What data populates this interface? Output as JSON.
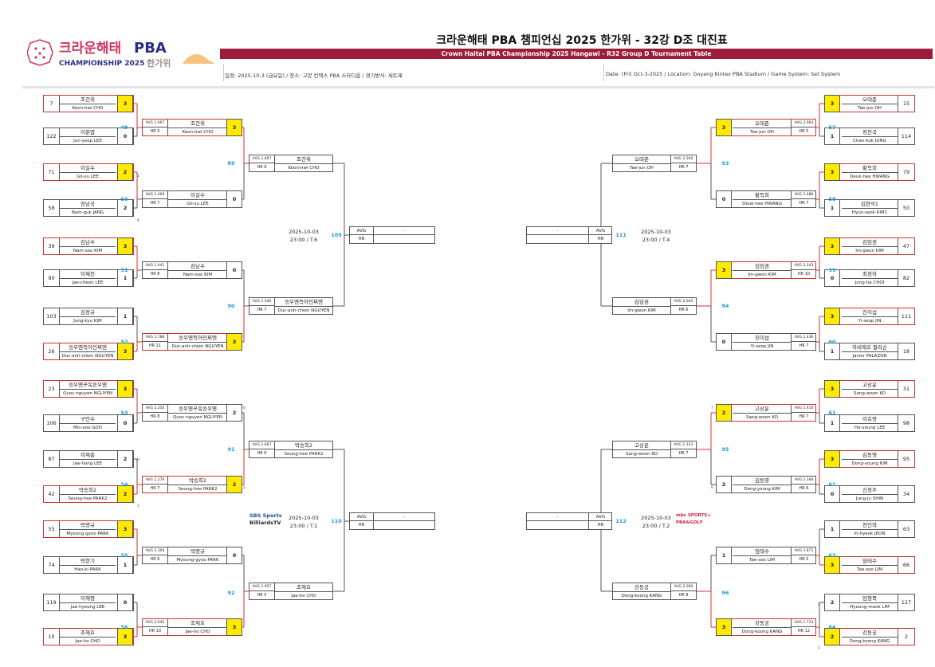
{
  "header": {
    "logo_ko": "크라운해태",
    "logo_pba": "PBA",
    "logo_en": "CHAMPIONSHIP 2025",
    "logo_ko2": "한가위",
    "title_ko": "크라운해태 PBA 챔피언십 2025 한가위 - 32강 D조 대진표",
    "title_en": "Crown Haitai PBA Championship 2025 Hangawi - R32 Group D Tournament Table",
    "info_ko": "일정: 2025-10-3 (금요일) / 장소: 고양 킨텍스 PBA 스타디움 / 경기방식: 세트제",
    "info_en": "Date: (Fri) Oct-3-2025 / Location: Goyang Kintex PBA Stadium / Game System: Set System"
  },
  "colors": {
    "accent": "#9b1d3a",
    "winner_fill": "#ffea00",
    "match_no": "#1c9bd7",
    "win_line": "#cc3333"
  },
  "left_r32": [
    {
      "seed": "7",
      "ko": "조건휘",
      "en": "Keon-hwi CHO",
      "score": "3",
      "win": true
    },
    {
      "seed": "122",
      "ko": "이준엽",
      "en": "Jun-yeop LEE",
      "score": "0",
      "win": false
    },
    {
      "seed": "71",
      "ko": "이길수",
      "en": "Gil-su LEE",
      "score": "2",
      "win": true
    },
    {
      "seed": "58",
      "ko": "장남국",
      "en": "Nam-guk JANG",
      "score": "2",
      "win": false
    },
    {
      "seed": "39",
      "ko": "김남수",
      "en": "Nam-soo KIM",
      "score": "3",
      "win": true
    },
    {
      "seed": "90",
      "ko": "이재천",
      "en": "Jae-cheon LEE",
      "score": "1",
      "win": false
    },
    {
      "seed": "103",
      "ko": "김정규",
      "en": "Jung-kyu KIM",
      "score": "1",
      "win": false
    },
    {
      "seed": "26",
      "ko": "응우옌득아인찌엔",
      "en": "Duc-anh-chien NGUYEN",
      "score": "3",
      "win": true
    },
    {
      "seed": "23",
      "ko": "응우옌꾸옥응우옌",
      "en": "Quoc-nguyen NGUYEN",
      "score": "3",
      "win": true
    },
    {
      "seed": "106",
      "ko": "구민수",
      "en": "Min-soo GOO",
      "score": "0",
      "win": false
    },
    {
      "seed": "87",
      "ko": "이재홍",
      "en": "Jae-hong LEE",
      "score": "2",
      "win": false
    },
    {
      "seed": "42",
      "ko": "박승희2",
      "en": "Seung-hee PARK2",
      "score": "2",
      "win": true
    },
    {
      "seed": "55",
      "ko": "박명규",
      "en": "Myoung-gyoo PARK",
      "score": "3",
      "win": true
    },
    {
      "seed": "74",
      "ko": "박한기",
      "en": "Han-ki PARK",
      "score": "1",
      "win": false
    },
    {
      "seed": "119",
      "ko": "이재형",
      "en": "Jae-hyeong LEE",
      "score": "0",
      "win": false
    },
    {
      "seed": "10",
      "ko": "조재호",
      "en": "Jae-ho CHO",
      "score": "3",
      "win": true
    }
  ],
  "right_r32": [
    {
      "seed": "15",
      "ko": "오태준",
      "en": "Tae-jun OH",
      "score": "3",
      "win": true
    },
    {
      "seed": "114",
      "ko": "정찬국",
      "en": "Chan-kuk JUNG",
      "score": "1",
      "win": false
    },
    {
      "seed": "79",
      "ko": "황득희",
      "en": "Deuk-hee HWANG",
      "score": "3",
      "win": true
    },
    {
      "seed": "50",
      "ko": "김현석1",
      "en": "Hyun-seok KIM1",
      "score": "1",
      "win": false
    },
    {
      "seed": "47",
      "ko": "김임권",
      "en": "Im-gwon KIM",
      "score": "3",
      "win": true
    },
    {
      "seed": "82",
      "ko": "최정하",
      "en": "Jung-ha CHOI",
      "score": "0",
      "win": false
    },
    {
      "seed": "111",
      "ko": "진이섭",
      "en": "Yi-seop JIN",
      "score": "3",
      "win": true
    },
    {
      "seed": "18",
      "ko": "하비에르 팔라손",
      "en": "Javier PALAZON",
      "score": "1",
      "win": false
    },
    {
      "seed": "31",
      "ko": "고상운",
      "en": "Sang-woon KO",
      "score": "3",
      "win": true
    },
    {
      "seed": "98",
      "ko": "이호영",
      "en": "Ho-young LEE",
      "score": "1",
      "win": false
    },
    {
      "seed": "95",
      "ko": "김동영",
      "en": "Dong-young KIM",
      "score": "3",
      "win": true
    },
    {
      "seed": "34",
      "ko": "신정주",
      "en": "Jung-ju SHIN",
      "score": "0",
      "win": false
    },
    {
      "seed": "63",
      "ko": "전인혁",
      "en": "In-hyeok JEON",
      "score": "1",
      "win": false
    },
    {
      "seed": "66",
      "ko": "임태수",
      "en": "Tae-soo LIM",
      "score": "3",
      "win": true
    },
    {
      "seed": "127",
      "ko": "임형묵",
      "en": "Hyoung-mook LIM",
      "score": "2",
      "win": false
    },
    {
      "seed": "2",
      "ko": "강동궁",
      "en": "Dong-koong KANG",
      "score": "2",
      "win": true
    }
  ],
  "left_r32_nums": [
    "49",
    "50",
    "51",
    "52",
    "53",
    "54",
    "55",
    "56"
  ],
  "right_r32_nums": [
    "57",
    "58",
    "59",
    "60",
    "61",
    "62",
    "63",
    "64"
  ],
  "left_r16": [
    {
      "avg": "AVG 1.667",
      "hr": "HR 5",
      "ko": "조건휘",
      "en": "Keon-hwi CHO",
      "score": "3",
      "win": true
    },
    {
      "avg": "AVG 1.469",
      "hr": "HR 7",
      "ko": "이길수",
      "en": "Gil-su LEE",
      "score": "0",
      "win": false
    },
    {
      "avg": "AVG 1.441",
      "hr": "HR 8",
      "ko": "김남수",
      "en": "Nam-soo KIM",
      "score": "0",
      "win": false
    },
    {
      "avg": "AVG 1.788",
      "hr": "HR 11",
      "ko": "응우옌득아인찌엔",
      "en": "Duc-anh-chien NGUYEN",
      "score": "3",
      "win": true
    },
    {
      "avg": "AVG 2.250",
      "hr": "HR 8",
      "ko": "응우옌꾸옥응우옌",
      "en": "Quoc-nguyen NGUYEN",
      "score": "2",
      "win": false
    },
    {
      "avg": "AVG 1.270",
      "hr": "HR 7",
      "ko": "박승희2",
      "en": "Seung-hee PARK2",
      "score": "2",
      "win": true
    },
    {
      "avg": "AVG 1.300",
      "hr": "HR 6",
      "ko": "박명규",
      "en": "Myoung-gyoo PARK",
      "score": "0",
      "win": false
    },
    {
      "avg": "AVG 2.045",
      "hr": "HR 10",
      "ko": "조재호",
      "en": "Jae-ho CHO",
      "score": "3",
      "win": true
    }
  ],
  "right_r16": [
    {
      "avg": "AVG 2.083",
      "hr": "HR 5",
      "ko": "오태준",
      "en": "Tae-jun OH",
      "score": "3",
      "win": true
    },
    {
      "avg": "AVG 1.486",
      "hr": "HR 7",
      "ko": "황득희",
      "en": "Deuk-hee HWANG",
      "score": "0",
      "win": false
    },
    {
      "avg": "AVG 2.143",
      "hr": "HR 10",
      "ko": "김임권",
      "en": "Im-gwon KIM",
      "score": "3",
      "win": true
    },
    {
      "avg": "AVG 1.436",
      "hr": "HR 7",
      "ko": "진이섭",
      "en": "Yi-seop JIN",
      "score": "0",
      "win": false
    },
    {
      "avg": "AVG 1.410",
      "hr": "HR 7",
      "ko": "고상운",
      "en": "Sang-woon KO",
      "score": "2",
      "win": true
    },
    {
      "avg": "AVG 1.184",
      "hr": "HR 6",
      "ko": "김동영",
      "en": "Dong-young KIM",
      "score": "2",
      "win": false
    },
    {
      "avg": "AVG 1.871",
      "hr": "HR 5",
      "ko": "임태수",
      "en": "Tae-soo LIM",
      "score": "1",
      "win": false
    },
    {
      "avg": "AVG 1.733",
      "hr": "HR 12",
      "ko": "강동궁",
      "en": "Dong-koong KANG",
      "score": "3",
      "win": true
    }
  ],
  "left_r16_nums": [
    "89",
    "90",
    "91",
    "92"
  ],
  "right_r16_nums": [
    "93",
    "94",
    "95",
    "96"
  ],
  "left_qf": [
    {
      "avg": "AVG 1.667",
      "hr": "HR 6",
      "ko": "조건휘",
      "en": "Keon-hwi CHO"
    },
    {
      "avg": "AVG 1.500",
      "hr": "HR 7",
      "ko": "응우옌득아인찌엔",
      "en": "Duc-anh-chien NGUYEN"
    },
    {
      "avg": "AVG 1.667",
      "hr": "HR 6",
      "ko": "박승희2",
      "en": "Seung-hee PARK2"
    },
    {
      "avg": "AVG 1.957",
      "hr": "HR 5",
      "ko": "조재호",
      "en": "Jae-ho CHO"
    }
  ],
  "right_qf": [
    {
      "avg": "AVG 1.500",
      "hr": "HR 7",
      "ko": "오태준",
      "en": "Tae-jun OH"
    },
    {
      "avg": "AVG 2.045",
      "hr": "HR 6",
      "ko": "김임권",
      "en": "Im-gwon KIM"
    },
    {
      "avg": "AVG 1.333",
      "hr": "HR 7",
      "ko": "고상운",
      "en": "Sang-woon KO"
    },
    {
      "avg": "AVG 2.000",
      "hr": "HR 8",
      "ko": "강동궁",
      "en": "Dong-koong KANG"
    }
  ],
  "semis": {
    "left_top": {
      "no": "109",
      "date": "2025-10-03",
      "time": "23:00 / T.6",
      "avg": "AVG",
      "hr": "HR",
      "val": "-"
    },
    "right_top": {
      "no": "111",
      "date": "2025-10-03",
      "time": "23:00 / T.4",
      "avg": "AVG",
      "hr": "HR",
      "val": "-"
    },
    "left_bot": {
      "no": "110",
      "date": "2025-10-03",
      "time": "23:00 / T.1",
      "avg": "AVG",
      "hr": "HR",
      "val": "-"
    },
    "right_bot": {
      "no": "112",
      "date": "2025-10-03",
      "time": "23:00 / T.2",
      "avg": "AVG",
      "hr": "HR",
      "val": "-"
    }
  },
  "broadcast": {
    "left_sbs": "SBS Sports",
    "left_billiards": "BilliardsTV",
    "right_mbc": "mbc SPORTS+",
    "right_pba": "PBA&GOLF"
  },
  "side_notes": {
    "l_gil": "1",
    "l_jang": "0",
    "l_quoc": "0",
    "l_hong": "0",
    "l_park2": "1",
    "l_r16_park2": "2",
    "r_ko": "7",
    "r_kim": "0",
    "r_hyoung": "0",
    "r_kang": "1"
  }
}
